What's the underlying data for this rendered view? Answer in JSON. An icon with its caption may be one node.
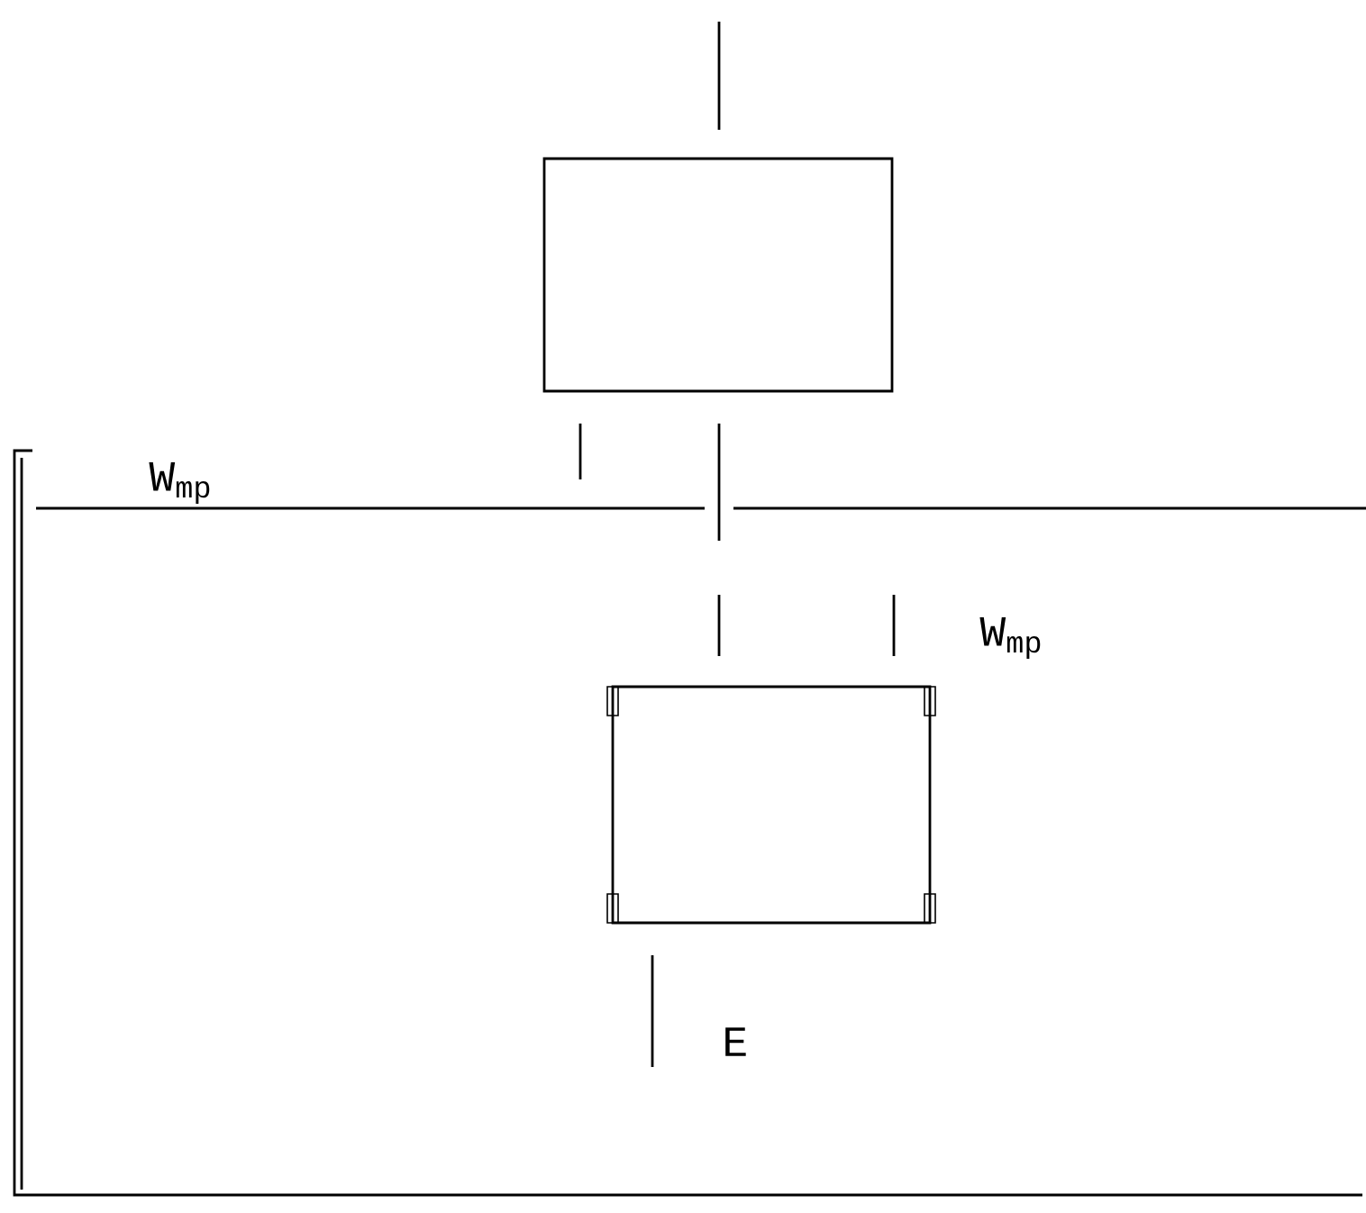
{
  "diagram": {
    "nodes": [
      {
        "text": [],
        "shape": "box"
      },
      {
        "text": [],
        "shape": "box"
      }
    ],
    "labels": [
      "W$_{mp}$",
      "W$_{mp}$",
      "E"
    ]
  }
}
